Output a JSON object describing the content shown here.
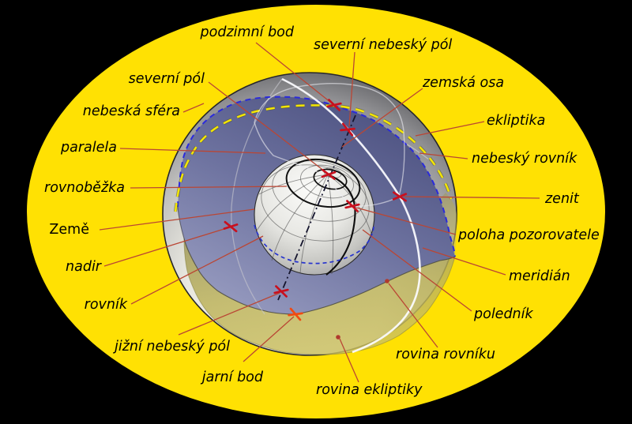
{
  "labels": [
    {
      "id": "podzimni-bod",
      "text": "podzimní bod"
    },
    {
      "id": "severni-nebesky-pol",
      "text": "severní nebeský pól"
    },
    {
      "id": "severni-pol",
      "text": "severní pól"
    },
    {
      "id": "nebeska-sfera",
      "text": "nebeská sféra"
    },
    {
      "id": "paralela",
      "text": "paralela"
    },
    {
      "id": "rovnobezka",
      "text": "rovnoběžka"
    },
    {
      "id": "zeme",
      "text": "Země"
    },
    {
      "id": "nadir",
      "text": "nadir"
    },
    {
      "id": "rovnik",
      "text": "rovník"
    },
    {
      "id": "jizni-nebesky-pol",
      "text": "jižní nebeský pól"
    },
    {
      "id": "jarni-bod",
      "text": "jarní bod"
    },
    {
      "id": "zemska-osa",
      "text": "zemská osa"
    },
    {
      "id": "ekliptika",
      "text": "ekliptika"
    },
    {
      "id": "nebesky-rovnik",
      "text": "nebeský rovník"
    },
    {
      "id": "zenit",
      "text": "zenit"
    },
    {
      "id": "poloha-pozorovatele",
      "text": "poloha pozorovatele"
    },
    {
      "id": "meridian",
      "text": "meridián"
    },
    {
      "id": "polednik",
      "text": "poledník"
    },
    {
      "id": "rovina-rovniku",
      "text": "rovina rovníku"
    },
    {
      "id": "rovina-ekliptiky",
      "text": "rovina ekliptiky"
    }
  ],
  "colors": {
    "background": "#000000",
    "page_ellipse": "#FFE103",
    "leader_line": "#BA4634",
    "x_mark": "#C8101E",
    "x_mark_vernal": "#F04A12",
    "dot_marker": "#B03A2E",
    "celestial_equator_dash": "#2A2ADC",
    "ecliptic_dash": "#F4E603",
    "equatorial_plane_dark": "#4E5382",
    "equatorial_plane_light": "#9FA3C6",
    "ecliptic_plane": "#BCB258",
    "sphere_edge": "#26262B",
    "earth_axis": "#15152E",
    "meridian_circle": "#FCFCFF",
    "label_text": "#000000"
  }
}
